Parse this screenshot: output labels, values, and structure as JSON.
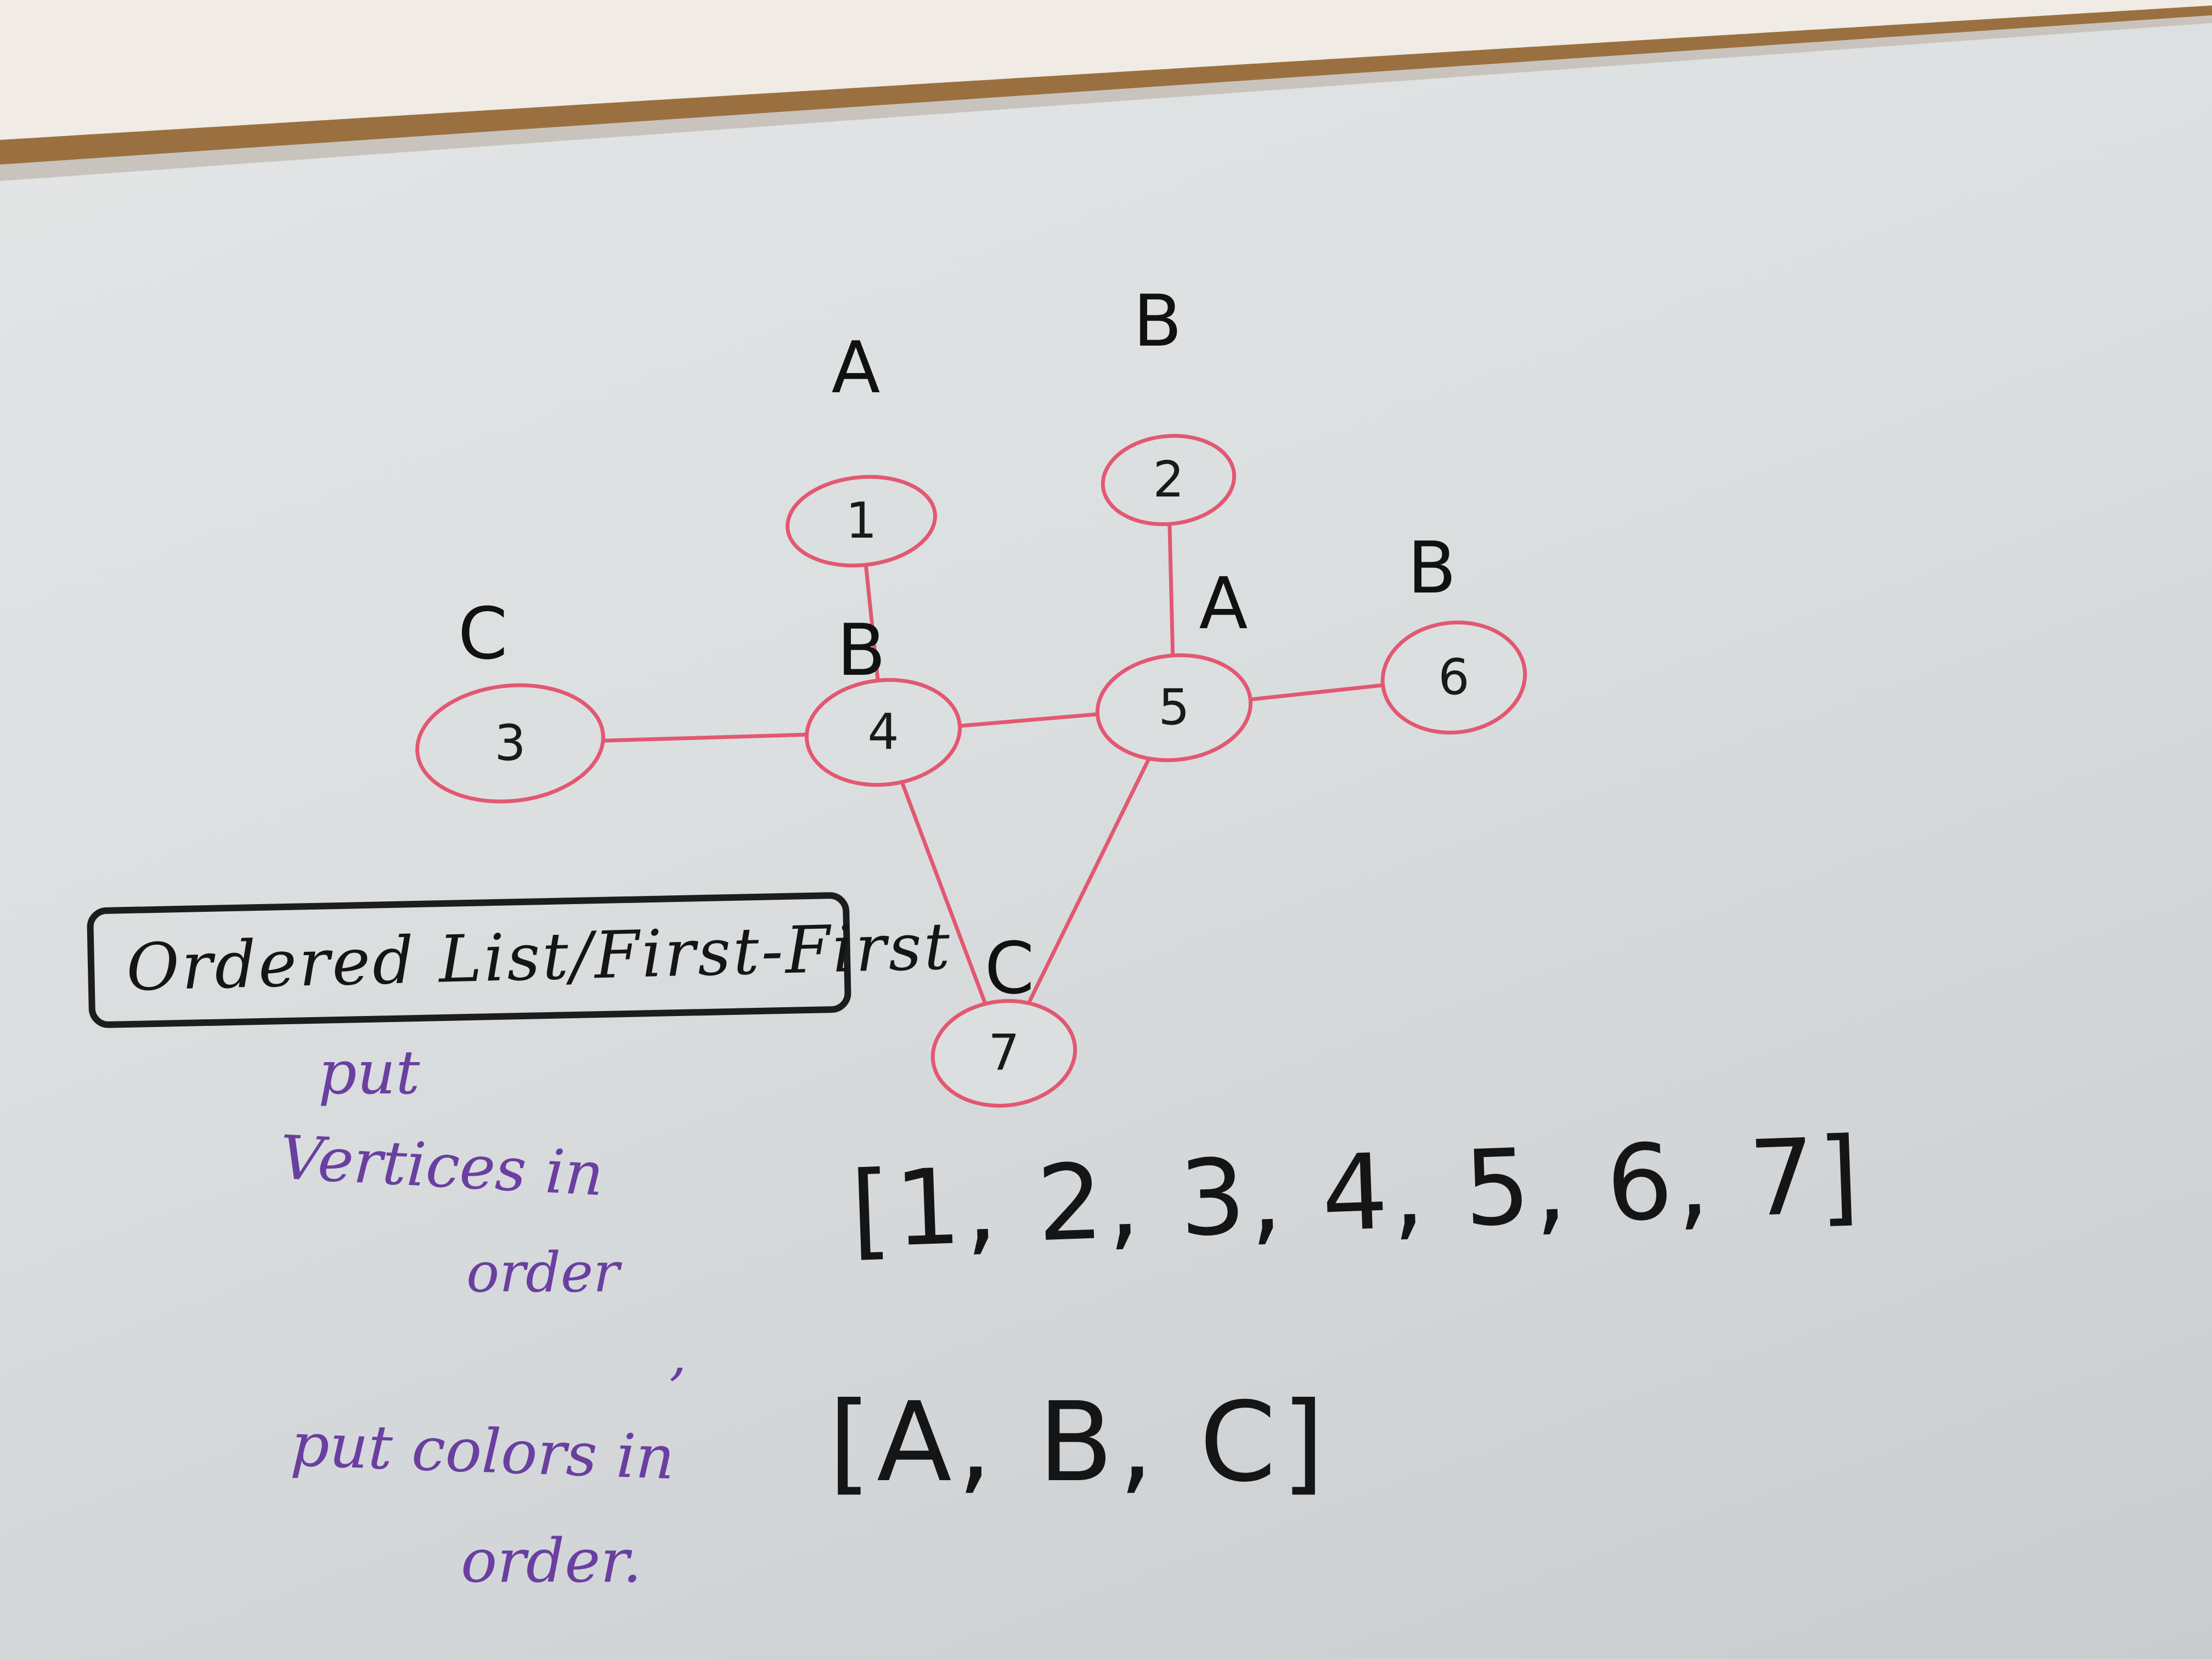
{
  "graph": {
    "nodes": [
      {
        "id": "1",
        "color": "A"
      },
      {
        "id": "2",
        "color": "B"
      },
      {
        "id": "3",
        "color": "C"
      },
      {
        "id": "4",
        "color": "B"
      },
      {
        "id": "5",
        "color": "A"
      },
      {
        "id": "6",
        "color": "B"
      },
      {
        "id": "7",
        "color": "C"
      }
    ],
    "edges": [
      [
        "1",
        "4"
      ],
      [
        "2",
        "5"
      ],
      [
        "3",
        "4"
      ],
      [
        "4",
        "5"
      ],
      [
        "5",
        "6"
      ],
      [
        "4",
        "7"
      ],
      [
        "5",
        "7"
      ]
    ]
  },
  "heading": "Ordered List/First-First",
  "notes": {
    "line1": "put",
    "line2": "Vertices in",
    "line3": "order",
    "line4": ",",
    "line5": "put colors in",
    "line6": "order."
  },
  "lists": {
    "vertices": "[1, 2, 3, 4, 5, 6, 7]",
    "colors": "[A, B, C]"
  },
  "colors": {
    "board": "#dcdfe0",
    "frame": "#8a6a45",
    "graph_ink": "#e25872",
    "label_ink": "#151515",
    "note_ink": "#6a3fa0"
  }
}
